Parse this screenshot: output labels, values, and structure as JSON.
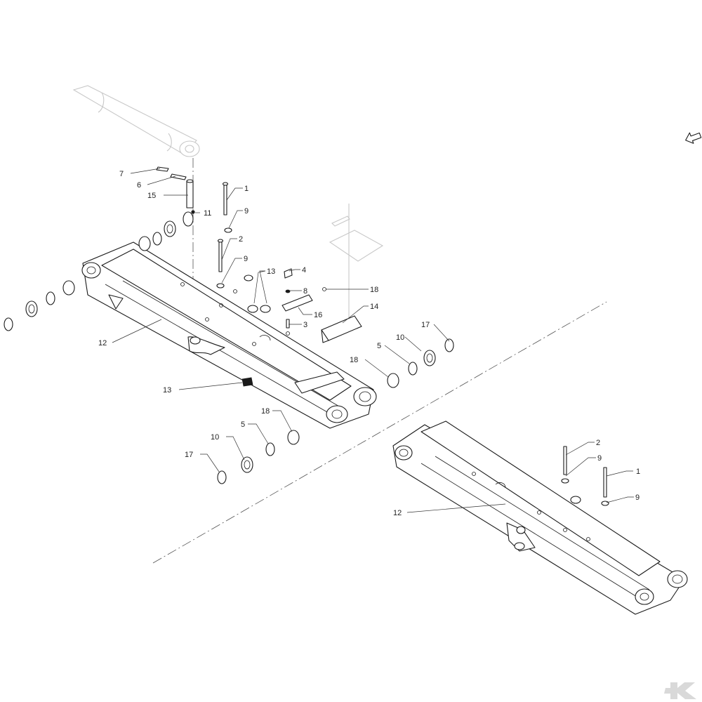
{
  "callouts": [
    {
      "label": "7"
    },
    {
      "label": "6"
    },
    {
      "label": "15"
    },
    {
      "label": "11"
    },
    {
      "label": "1"
    },
    {
      "label": "9"
    },
    {
      "label": "2"
    },
    {
      "label": "9"
    },
    {
      "label": "13"
    },
    {
      "label": "4"
    },
    {
      "label": "8"
    },
    {
      "label": "18"
    },
    {
      "label": "16"
    },
    {
      "label": "14"
    },
    {
      "label": "3"
    },
    {
      "label": "12"
    },
    {
      "label": "13"
    },
    {
      "label": "17"
    },
    {
      "label": "10"
    },
    {
      "label": "5"
    },
    {
      "label": "18"
    },
    {
      "label": "18"
    },
    {
      "label": "5"
    },
    {
      "label": "10"
    },
    {
      "label": "17"
    },
    {
      "label": "2"
    },
    {
      "label": "9"
    },
    {
      "label": "1"
    },
    {
      "label": "9"
    },
    {
      "label": "12"
    }
  ],
  "icons": {
    "direction": "arrow-pointer-icon",
    "brand": "brand-logo"
  },
  "colors": {
    "line": "#1a1a1a",
    "ghost": "#c8c8c8",
    "background": "#ffffff",
    "logo": "#d9d9d9"
  }
}
